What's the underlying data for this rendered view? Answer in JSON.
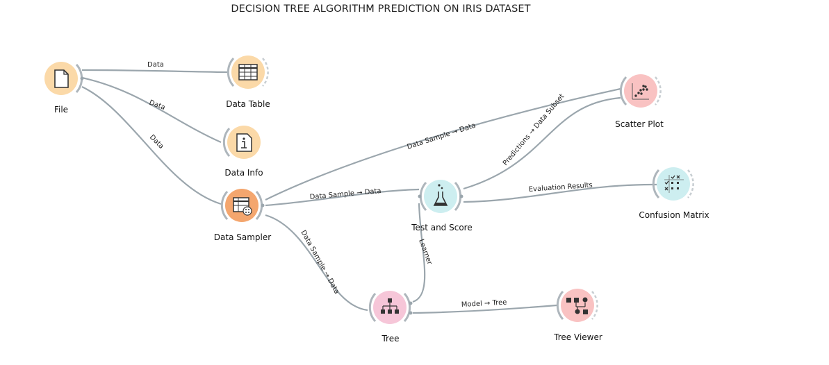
{
  "title": "DECISION TREE ALGORITHM PREDICTION ON IRIS DATASET",
  "colors": {
    "link": "#9ba6ad",
    "data_node": "#fbd9a8",
    "data_node_strong": "#f4a66e",
    "eval_node": "#cdeef0",
    "model_node": "#f6c6d8",
    "vis_node": "#f9c2c2"
  },
  "nodes": {
    "file": {
      "label": "File",
      "icon": "file-icon"
    },
    "data_table": {
      "label": "Data Table",
      "icon": "table-icon"
    },
    "data_info": {
      "label": "Data Info",
      "icon": "info-icon"
    },
    "data_sampler": {
      "label": "Data Sampler",
      "icon": "sampler-icon"
    },
    "test_score": {
      "label": "Test and Score",
      "icon": "flask-icon"
    },
    "scatter_plot": {
      "label": "Scatter Plot",
      "icon": "scatter-icon"
    },
    "confusion_matrix": {
      "label": "Confusion Matrix",
      "icon": "confusion-matrix-icon"
    },
    "tree": {
      "label": "Tree",
      "icon": "tree-icon"
    },
    "tree_viewer": {
      "label": "Tree Viewer",
      "icon": "tree-viewer-icon"
    }
  },
  "links": {
    "file_table": "Data",
    "file_info": "Data",
    "file_sampler": "Data",
    "sampler_scatter": "Data Sample → Data",
    "sampler_test": "Data Sample → Data",
    "sampler_tree": "Data Sample → Data",
    "test_scatter": "Predictions → Data Subset",
    "test_confusion": "Evaluation Results",
    "tree_test": "Learner",
    "tree_viewer": "Model → Tree"
  }
}
